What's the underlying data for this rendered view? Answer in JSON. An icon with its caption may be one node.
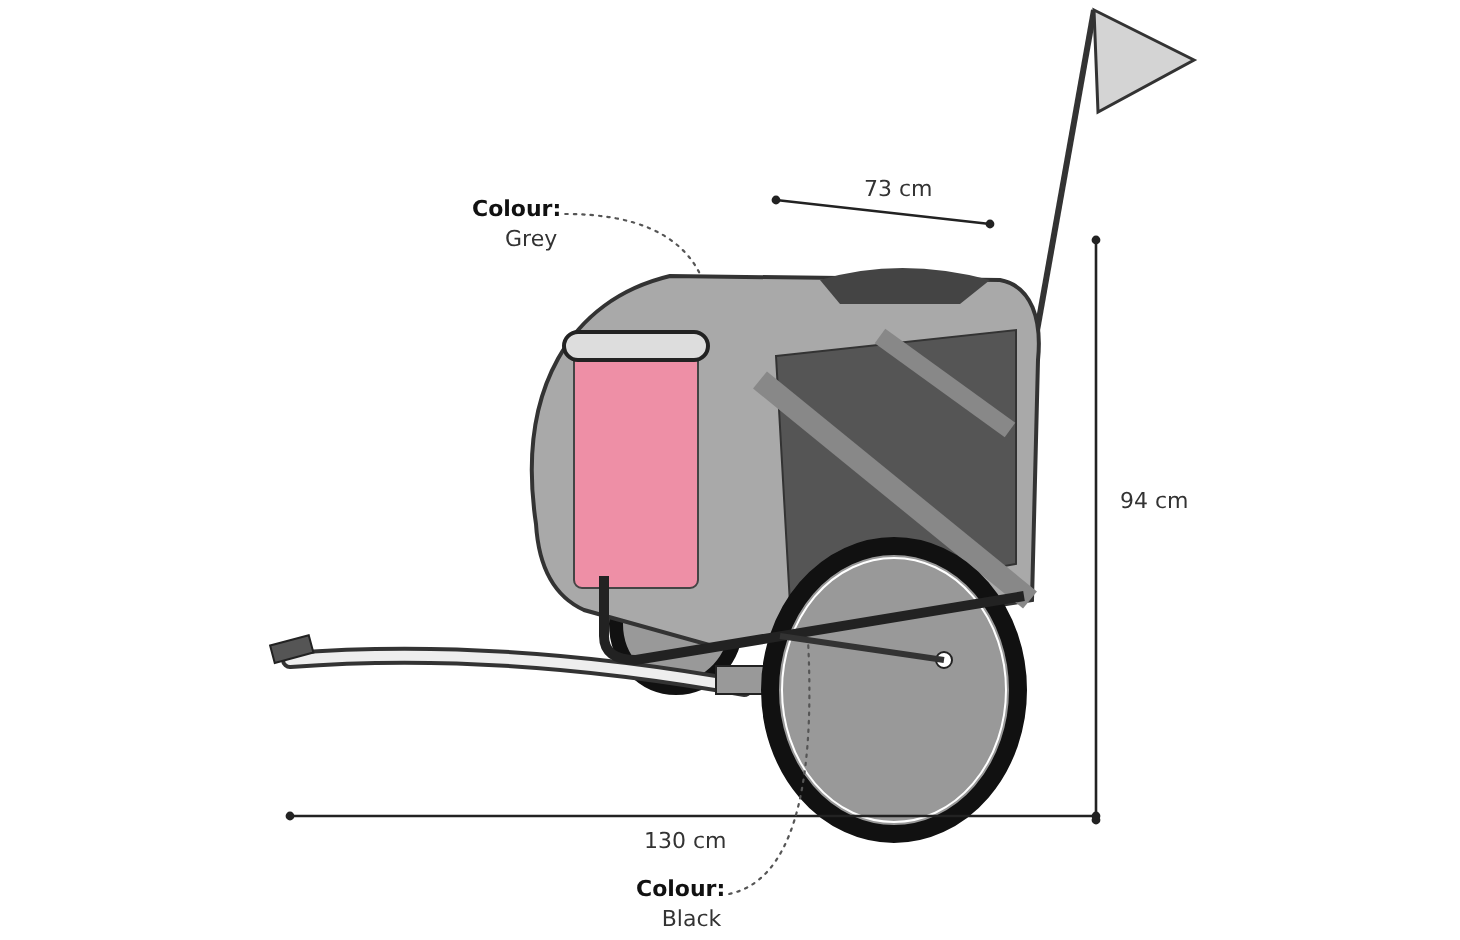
{
  "diagram": {
    "nodes": [
      {
        "text": [
          "Colour:",
          "Grey"
        ]
      },
      {
        "text": [],
        "shape": "picture"
      },
      {
        "text": [
          "Colour:",
          "Black"
        ]
      },
      {
        "text": [],
        "shape": "picture"
      }
    ],
    "edges": [
      {
        "from": 0,
        "to": 1,
        "arrow": "none",
        "style": "dashed"
      },
      {
        "from": 2,
        "to": 3,
        "arrow": "none",
        "style": "dashed"
      }
    ],
    "labels": [
      "73 cm",
      "94 cm",
      "130 cm"
    ]
  }
}
